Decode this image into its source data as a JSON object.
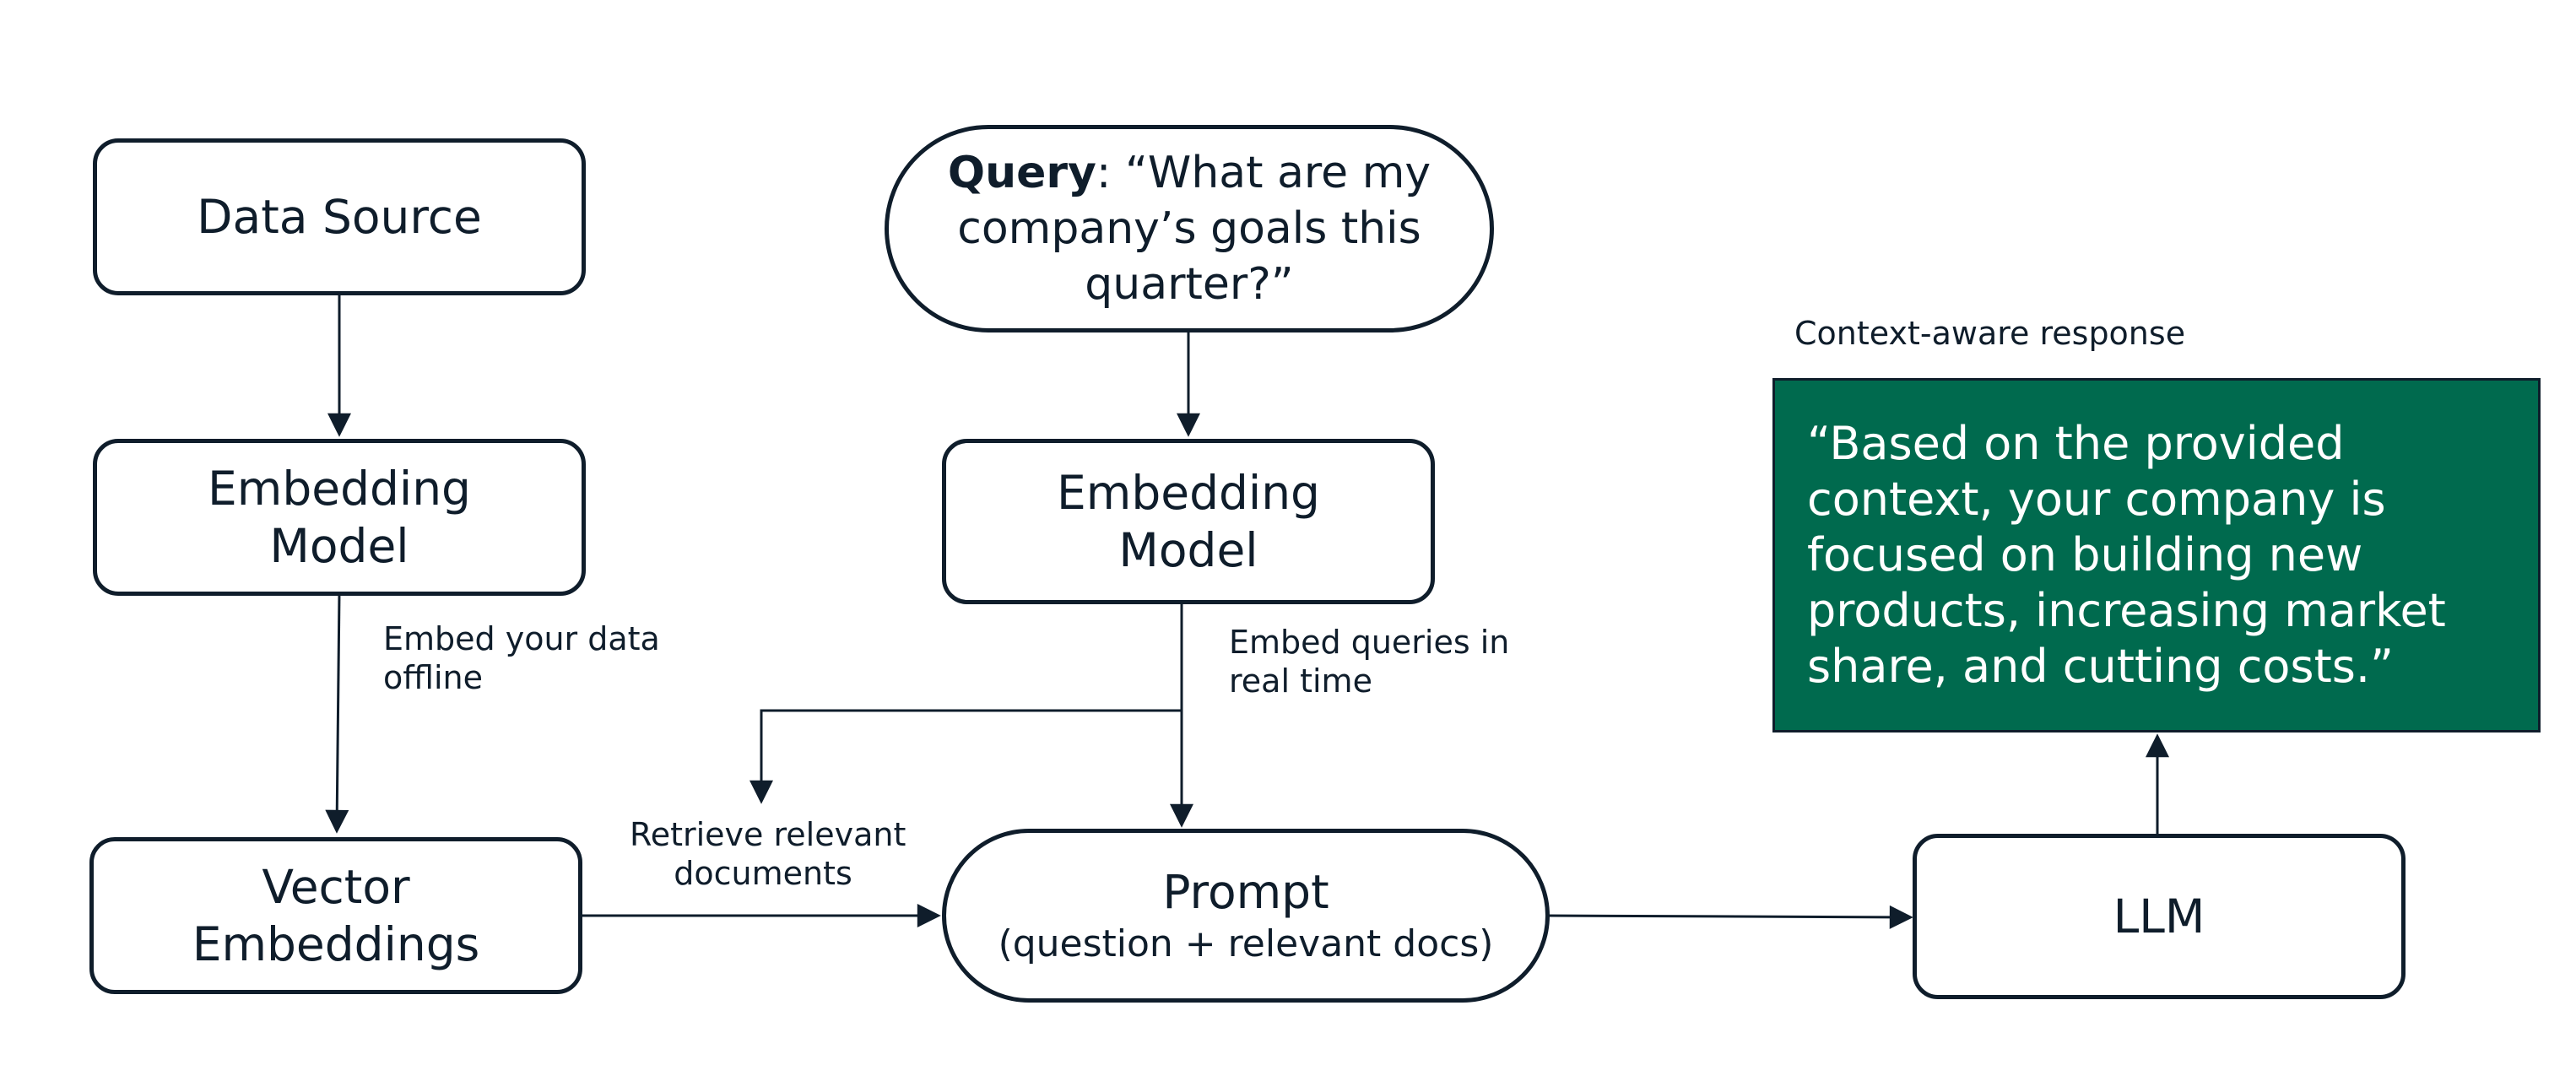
{
  "nodes": {
    "data_source": "Data Source",
    "embedding_model_left": {
      "line1": "Embedding",
      "line2": "Model"
    },
    "vector_embeddings": {
      "line1": "Vector",
      "line2": "Embeddings"
    },
    "query": {
      "bold": "Query",
      "rest": ": “What are my company’s goals this quarter?”"
    },
    "embedding_model_right": {
      "line1": "Embedding",
      "line2": "Model"
    },
    "prompt": {
      "title": "Prompt",
      "subtitle": "(question + relevant docs)"
    },
    "llm": "LLM"
  },
  "labels": {
    "embed_offline": {
      "line1": "Embed your data",
      "line2": "offline"
    },
    "embed_realtime": {
      "line1": "Embed queries in",
      "line2": "real time"
    },
    "retrieve": {
      "line1": "Retrieve relevant",
      "line2": "documents"
    },
    "response_title": "Context-aware response"
  },
  "response": {
    "text": "“Based on the provided context, your company is focused on building new products, increasing market share, and cutting costs.”"
  },
  "colors": {
    "stroke": "#0f1d2b",
    "response_fill": "#006a4e",
    "response_text": "#ffffff"
  }
}
